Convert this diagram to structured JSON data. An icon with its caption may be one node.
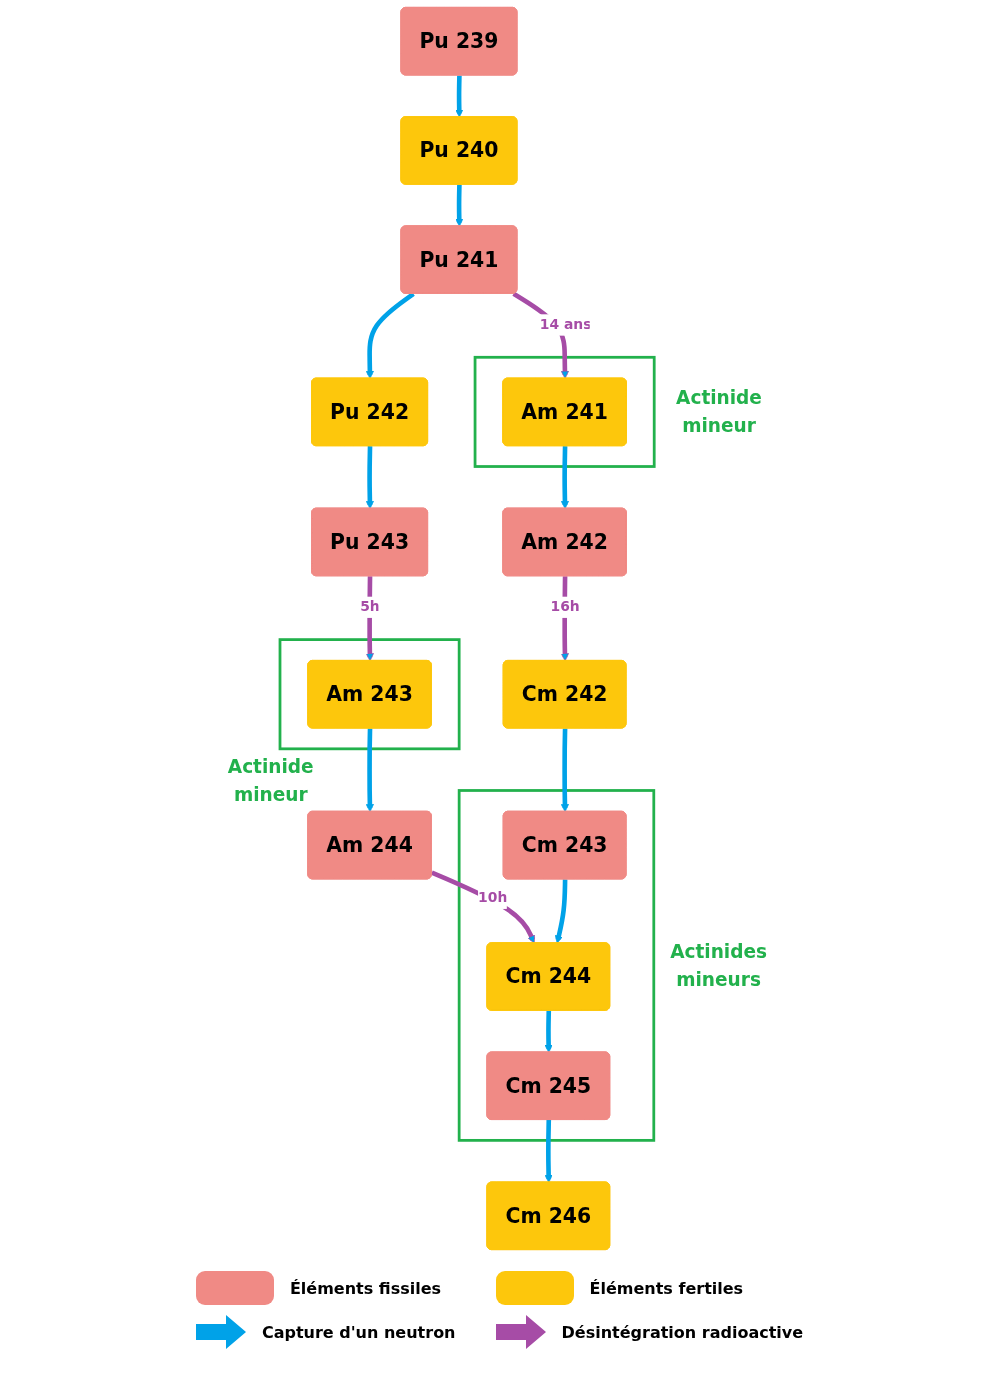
{
  "diagram": {
    "nodes": [
      {
        "text": [
          "Pu 239"
        ]
      },
      {
        "text": [
          "Pu 240"
        ]
      },
      {
        "text": [
          "Pu 241"
        ]
      },
      {
        "text": [
          "Actinide mineur"
        ]
      },
      {
        "text": [
          "Am 241"
        ],
        "in": 3
      },
      {
        "text": [
          "Pu 242"
        ]
      },
      {
        "text": [
          "Am 242"
        ]
      },
      {
        "text": [
          "Cm 242"
        ]
      },
      {
        "text": [
          "Pu 243"
        ]
      },
      {
        "text": [
          "Actinide mineur"
        ]
      },
      {
        "text": [
          "Am 243"
        ],
        "in": 9
      },
      {
        "text": [
          "Actinides mineurs"
        ]
      },
      {
        "text": [
          "Cm 243"
        ],
        "in": 11
      },
      {
        "text": [
          "Cm 244"
        ],
        "in": 11
      },
      {
        "text": [
          "Cm 245"
        ],
        "in": 11
      },
      {
        "text": [
          "Am 244"
        ]
      },
      {
        "text": [
          "Cm 246"
        ]
      }
    ],
    "edges": [
      {
        "from": 0,
        "to": 1,
        "arrow": "to"
      },
      {
        "from": 1,
        "to": 2,
        "arrow": "to"
      },
      {
        "from": 2,
        "to": 4,
        "arrow": "to",
        "label": "14 ans",
        "color": "#a64ca6"
      },
      {
        "from": 2,
        "to": 5,
        "arrow": "to"
      },
      {
        "from": 4,
        "to": 6,
        "arrow": "to"
      },
      {
        "from": 6,
        "to": 7,
        "arrow": "to",
        "label": "16h",
        "color": "#a64ca6"
      },
      {
        "from": 5,
        "to": 8,
        "arrow": "to"
      },
      {
        "from": 8,
        "to": 10,
        "arrow": "to",
        "label": "5h",
        "color": "#a64ca6"
      },
      {
        "from": 7,
        "to": 12,
        "arrow": "to"
      },
      {
        "from": 10,
        "to": 15,
        "arrow": "to"
      },
      {
        "from": 15,
        "to": 13,
        "arrow": "to",
        "label": "10h",
        "color": "#a64ca6"
      },
      {
        "from": 12,
        "to": 13,
        "arrow": "to"
      },
      {
        "from": 13,
        "to": 14,
        "arrow": "to"
      },
      {
        "from": 14,
        "to": 16,
        "arrow": "to"
      }
    ],
    "legend": [
      {
        "text": "Éléments fissiles",
        "color": "#f08a85"
      },
      {
        "text": "Éléments fertiles",
        "color": "#fdc70c"
      },
      {
        "text": "Capture d'un neutron"
      },
      {
        "text": "Désintégration radioactive"
      }
    ]
  }
}
